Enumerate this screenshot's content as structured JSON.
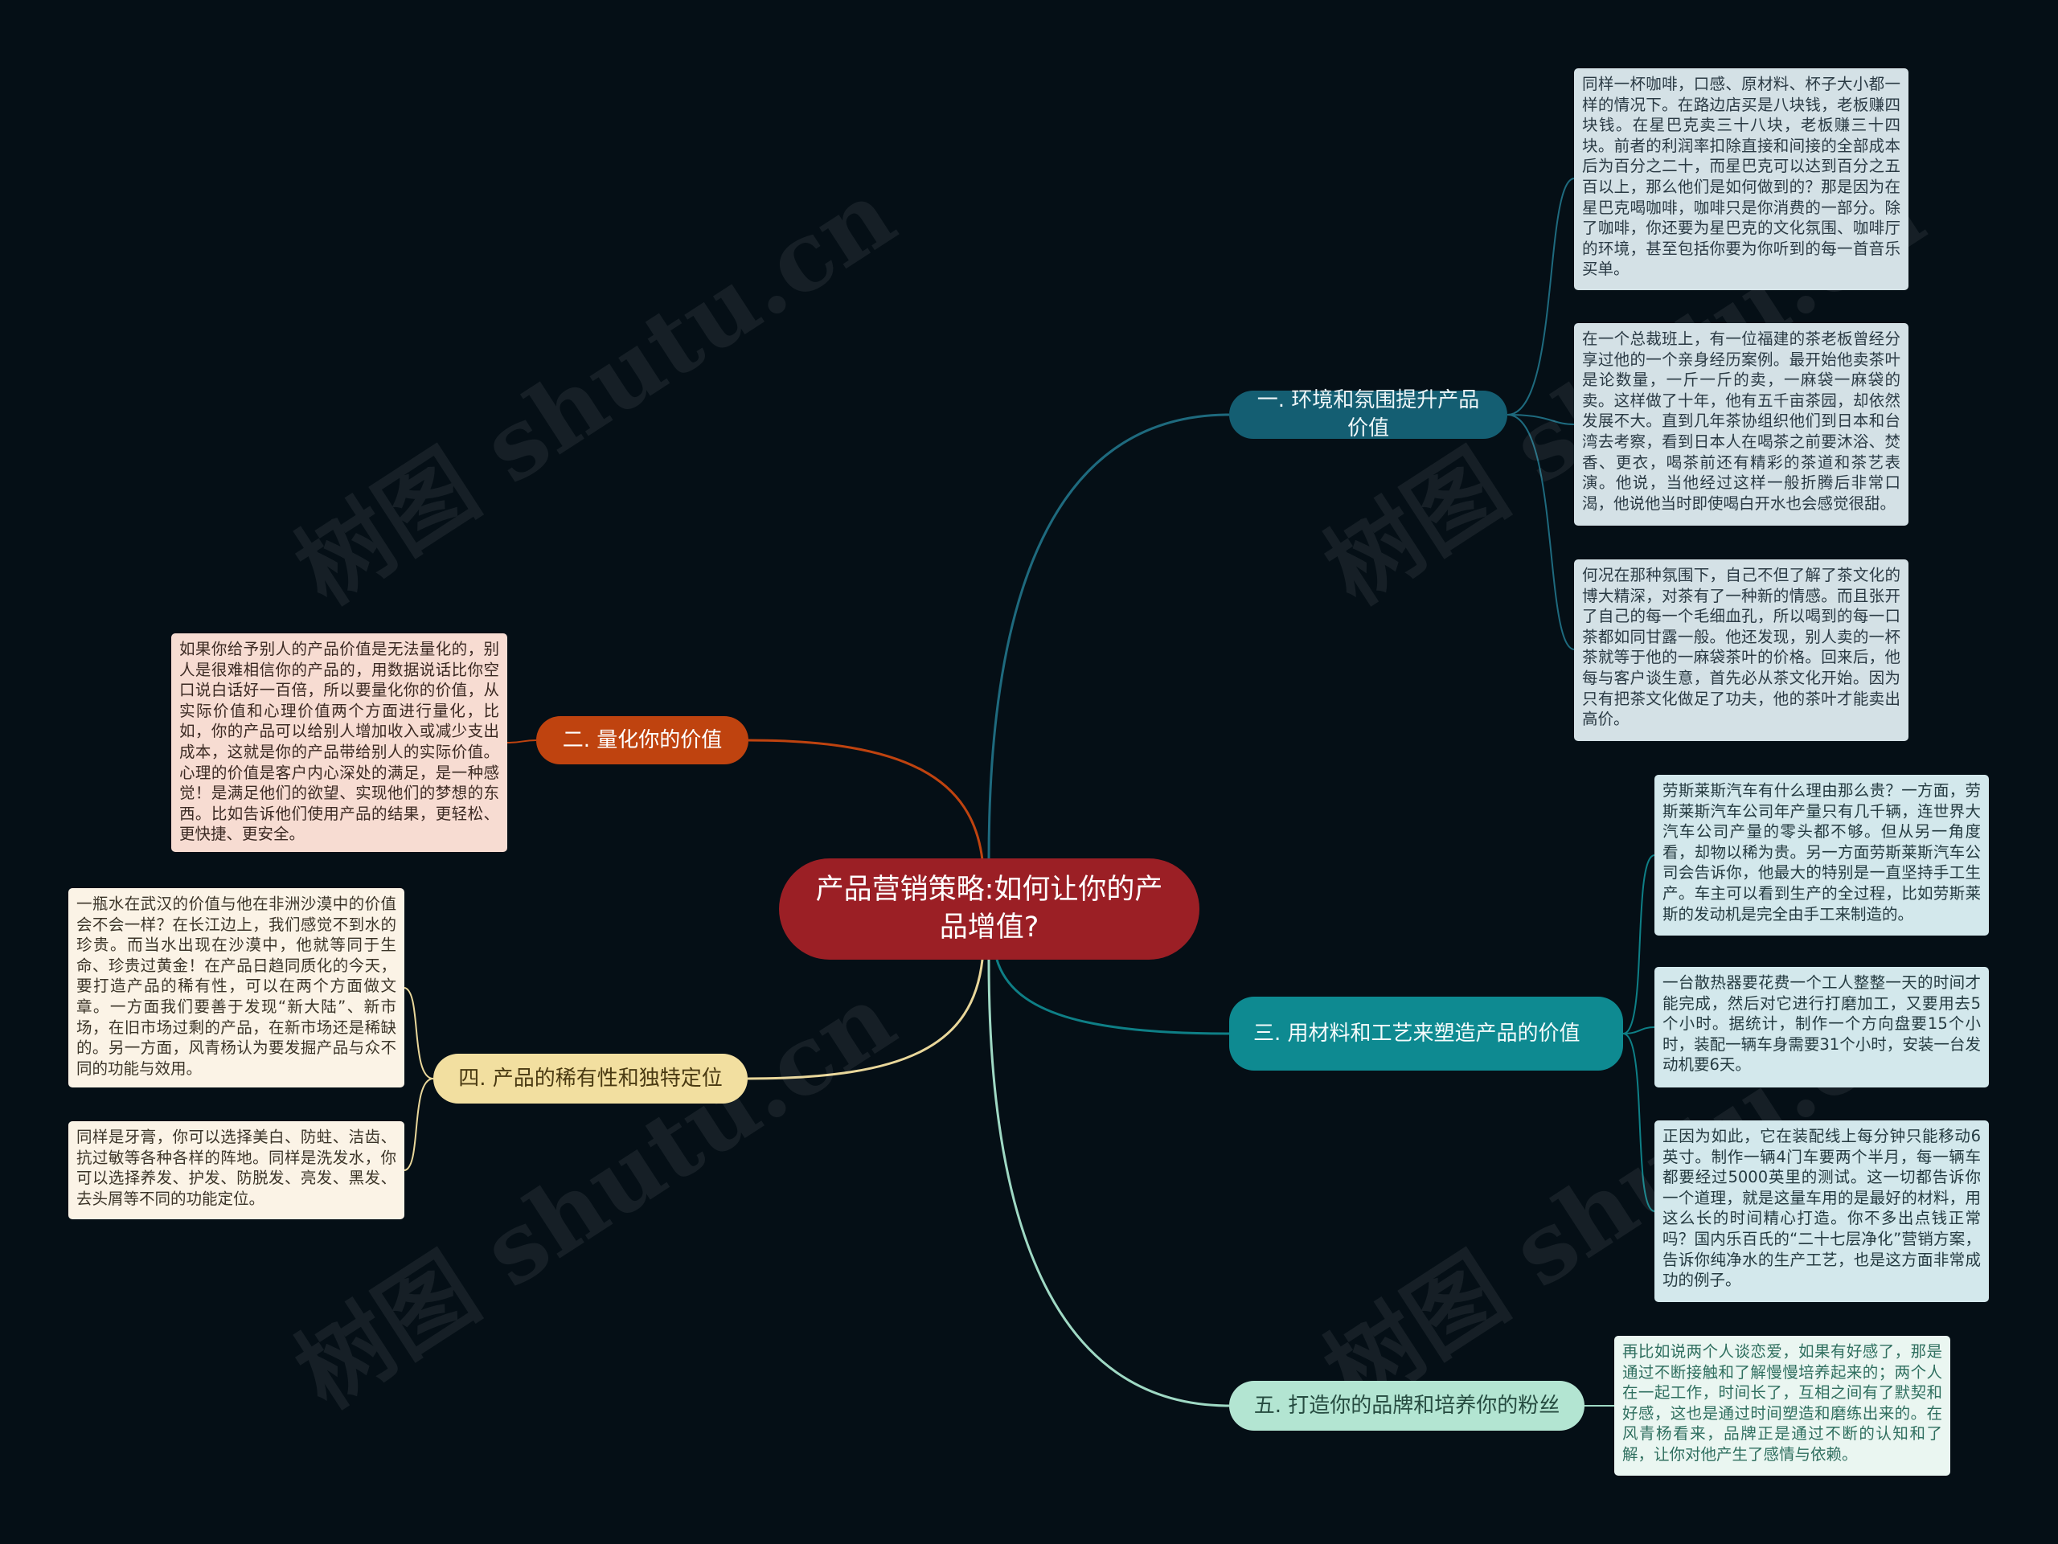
{
  "watermark": "树图 shutu.cn",
  "root": {
    "title": "产品营销策略:如何让你的产品增值?"
  },
  "branches": [
    {
      "label": "一. 环境和氛围提升产品价值",
      "color": "#145e72",
      "leaves": [
        "同样一杯咖啡，口感、原材料、杯子大小都一样的情况下。在路边店买是八块钱，老板赚四块钱。在星巴克卖三十八块，老板赚三十四块。前者的利润率扣除直接和间接的全部成本后为百分之二十，而星巴克可以达到百分之五百以上，那么他们是如何做到的？那是因为在星巴克喝咖啡，咖啡只是你消费的一部分。除了咖啡，你还要为星巴克的文化氛围、咖啡厅的环境，甚至包括你要为你听到的每一首音乐买单。",
        "在一个总裁班上，有一位福建的茶老板曾经分享过他的一个亲身经历案例。最开始他卖茶叶是论数量，一斤一斤的卖，一麻袋一麻袋的卖。这样做了十年，他有五千亩茶园，却依然发展不大。直到几年茶协组织他们到日本和台湾去考察，看到日本人在喝茶之前要沐浴、焚香、更衣，喝茶前还有精彩的茶道和茶艺表演。他说，当他经过这样一般折腾后非常口渴，他说他当时即使喝白开水也会感觉很甜。",
        "何况在那种氛围下，自己不但了解了茶文化的博大精深，对茶有了一种新的情感。而且张开了自己的每一个毛细血孔，所以喝到的每一口茶都如同甘露一般。他还发现，别人卖的一杯茶就等于他的一麻袋茶叶的价格。回来后，他每与客户谈生意，首先必从茶文化开始。因为只有把茶文化做足了功夫，他的茶叶才能卖出高价。"
      ]
    },
    {
      "label": "二. 量化你的价值",
      "color": "#bf430f",
      "leaves": [
        "如果你给予别人的产品价值是无法量化的，别人是很难相信你的产品的，用数据说话比你空口说白话好一百倍，所以要量化你的价值，从实际价值和心理价值两个方面进行量化，比如，你的产品可以给别人增加收入或减少支出成本，这就是你的产品带给别人的实际价值。心理的价值是客户内心深处的满足，是一种感觉！是满足他们的欲望、实现他们的梦想的东西。比如告诉他们使用产品的结果，更轻松、更快捷、更安全。"
      ]
    },
    {
      "label": "三. 用材料和工艺来塑造产品的价值",
      "color": "#0e8a91",
      "leaves": [
        "劳斯莱斯汽车有什么理由那么贵？一方面，劳斯莱斯汽车公司年产量只有几千辆，连世界大汽车公司产量的零头都不够。但从另一角度看，却物以稀为贵。另一方面劳斯莱斯汽车公司会告诉你，他最大的特别是一直坚持手工生产。车主可以看到生产的全过程，比如劳斯莱斯的发动机是完全由手工来制造的。",
        "一台散热器要花费一个工人整整一天的时间才能完成，然后对它进行打磨加工，又要用去5个小时。据统计，制作一个方向盘要15个小时，装配一辆车身需要31个小时，安装一台发动机要6天。",
        "正因为如此，它在装配线上每分钟只能移动6英寸。制作一辆4门车要两个半月，每一辆车都要经过5000英里的测试。这一切都告诉你一个道理，就是这量车用的是最好的材料，用这么长的时间精心打造。你不多出点钱正常吗？国内乐百氏的“二十七层净化”营销方案，告诉你纯净水的生产工艺，也是这方面非常成功的例子。"
      ]
    },
    {
      "label": "四. 产品的稀有性和独特定位",
      "color": "#f2dfa0",
      "leaves": [
        "一瓶水在武汉的价值与他在非洲沙漠中的价值会不会一样？在长江边上，我们感觉不到水的珍贵。而当水出现在沙漠中，他就等同于生命、珍贵过黄金！在产品日趋同质化的今天，要打造产品的稀有性，可以在两个方面做文章。一方面我们要善于发现“新大陆”、新市场，在旧市场过剩的产品，在新市场还是稀缺的。另一方面，风青杨认为要发掘产品与众不同的功能与效用。",
        "同样是牙膏，你可以选择美白、防蛀、洁齿、抗过敏等各种各样的阵地。同样是洗发水，你可以选择养发、护发、防脱发、亮发、黑发、去头屑等不同的功能定位。"
      ]
    },
    {
      "label": "五. 打造你的品牌和培养你的粉丝",
      "color": "#b3e5d2",
      "leaves": [
        "再比如说两个人谈恋爱，如果有好感了，那是通过不断接触和了解慢慢培养起来的；两个人在一起工作，时间长了，互相之间有了默契和好感，这也是通过时间塑造和磨练出来的。在风青杨看来，品牌正是通过不断的认知和了解，让你对他产生了感情与依赖。"
      ]
    }
  ]
}
